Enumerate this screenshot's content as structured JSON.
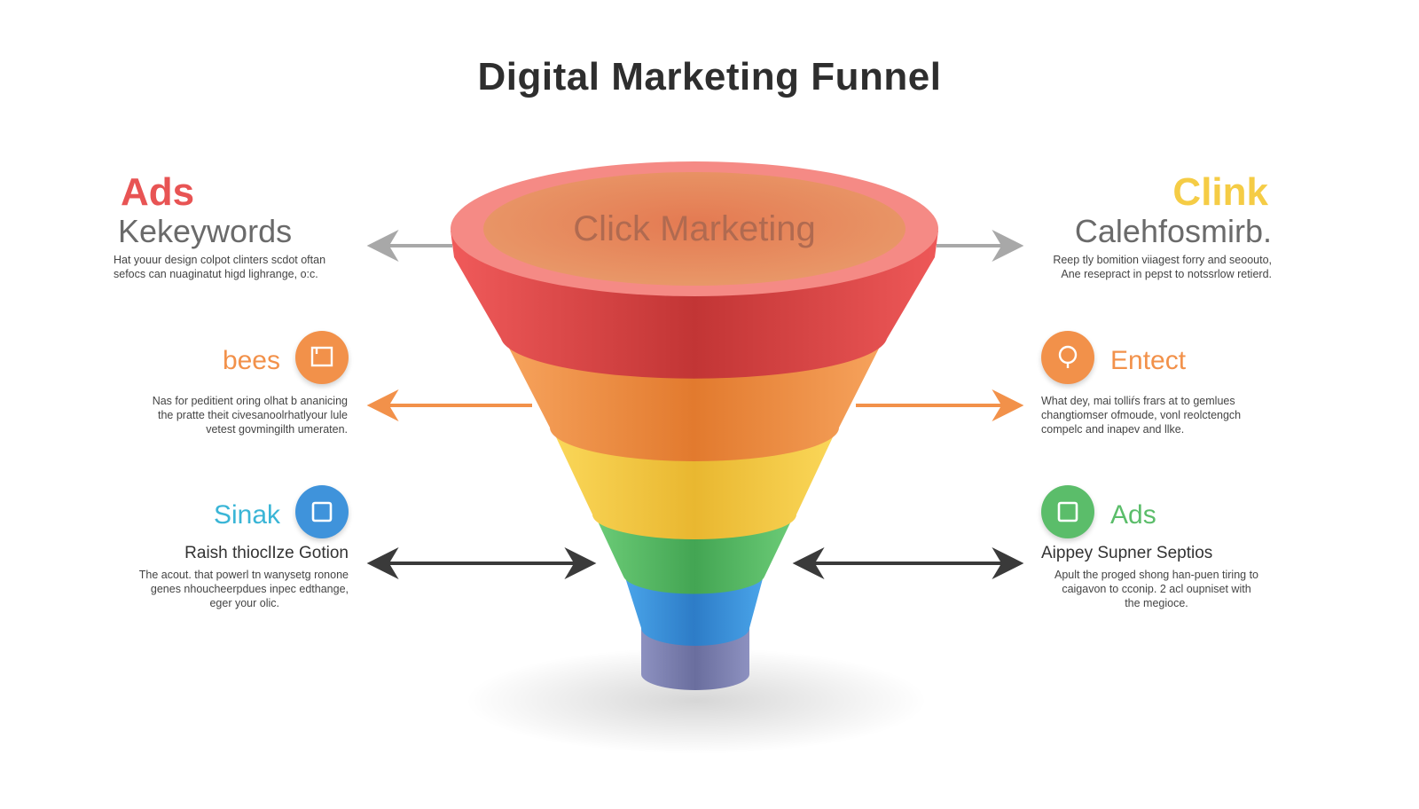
{
  "title": "Digital Marketing Funnel",
  "colors": {
    "red": "#e85454",
    "orange": "#f2914a",
    "yellow": "#f5cc45",
    "green": "#5bbd6a",
    "blue": "#3f93db",
    "purple": "#7b7fb0",
    "teal": "#3ab5d6",
    "gray_arrow": "#a8a8a8",
    "dark_arrow": "#3a3a3a"
  },
  "funnel": {
    "top_label": "Click Marketing"
  },
  "left": {
    "top": {
      "header": "Ads",
      "subheader": "Kekeywords",
      "desc_line1": "Hat youur design colpot clinters scdot oftan",
      "desc_line2": "sefocs can nuaginatut higd lighrange, o:c."
    },
    "middle": {
      "label": "bees",
      "icon": "bookmark-icon",
      "desc_line1": "Nas for peditient oring olhat b ananicing",
      "desc_line2": "the pratte theit civesanoolrhatlyour lule",
      "desc_line3": "vetest govmingilth umeraten."
    },
    "bottom": {
      "label": "Sinak",
      "icon": "square-icon",
      "subheader": "Raish thioclIze Gotion",
      "desc_line1": "The acout. that powerl tn wanysetg ronone",
      "desc_line2": "genes nhoucheerpdues inpec edthange,",
      "desc_line3": "eger your olic."
    }
  },
  "right": {
    "top": {
      "header": "Clink",
      "subheader": "Calehfosmirb.",
      "desc_line1": "Reep tly bomition viiagest forry and seoouto,",
      "desc_line2": "Ane resepract in pepst to notssrlow retierd."
    },
    "middle": {
      "label": "Entect",
      "icon": "location-pin-icon",
      "desc_line1": "What dey, mai tolliŕs frars at to gemlues",
      "desc_line2": "changtiomser ofmoude, vonl reolctengch",
      "desc_line3": "compelc and inapev and llke."
    },
    "bottom": {
      "label": "Ads",
      "icon": "square-icon",
      "subheader": "Aippey Supner Septios",
      "desc_line1": "Apult the proged shong han-puen tiring to",
      "desc_line2": "caigavon to cconip. 2 acl oupniset with",
      "desc_line3": "the megioce."
    }
  }
}
